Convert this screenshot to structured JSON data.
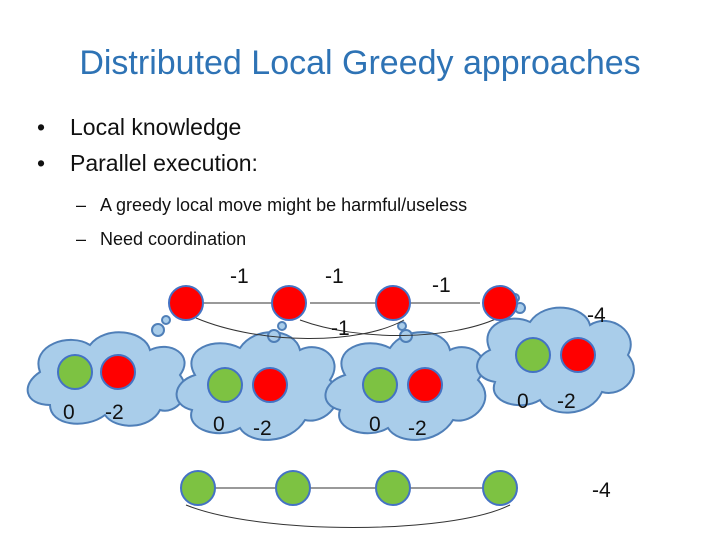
{
  "title": "Distributed Local Greedy approaches",
  "bullets": [
    "Local knowledge",
    "Parallel execution:"
  ],
  "sub_bullets": [
    "A greedy local move might be harmful/useless",
    "Need coordination"
  ],
  "labels": {
    "top_1": "-1",
    "top_2": "-1",
    "top_3": "-1",
    "top_4": "-4",
    "mid": "-1",
    "c1_left": "0",
    "c1_right": "-2",
    "c2_left": "0",
    "c2_right": "-2",
    "c3_left": "0",
    "c3_right": "-2",
    "c4_left": "0",
    "c4_right": "-2",
    "bottom": "-4"
  },
  "colors": {
    "title": "#2e73b5",
    "cloud_fill": "#a9cdea",
    "cloud_stroke": "#4f7fb8",
    "red_node": "#ff0000",
    "green_node": "#7dc242",
    "node_stroke": "#4472c4"
  }
}
